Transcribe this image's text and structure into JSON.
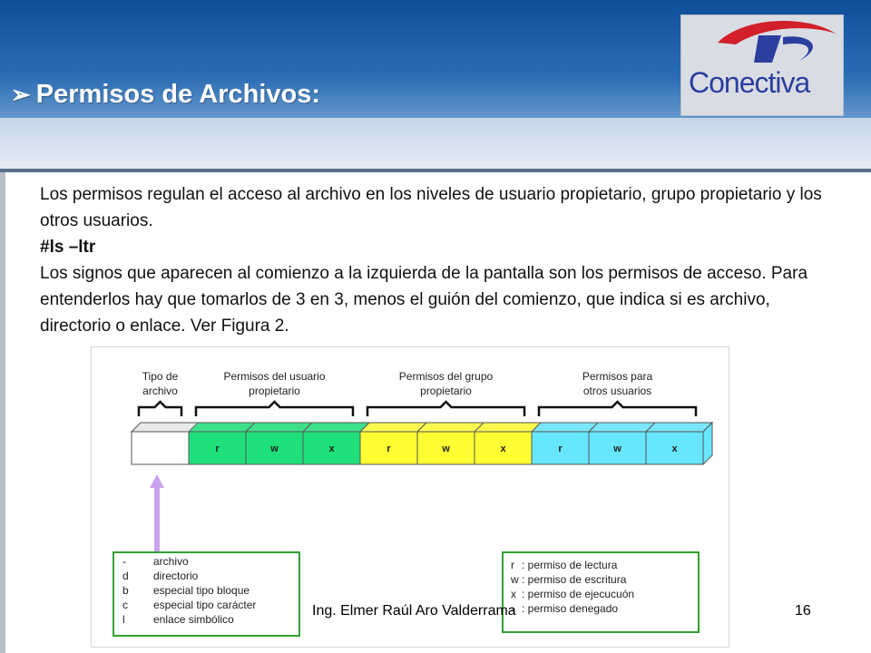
{
  "slide": {
    "title": "Permisos de Archivos:",
    "logo_text": "Conectiva",
    "paragraph1": "Los permisos regulan el acceso al archivo en los niveles de usuario propietario, grupo propietario y los otros usuarios.",
    "command": "#ls –ltr",
    "paragraph2": "Los signos que aparecen al comienzo a la izquierda de la pantalla son los permisos de acceso. Para entenderlos hay que tomarlos de 3 en 3, menos el guión del comienzo, que indica si es archivo, directorio o enlace. Ver Figura 2.",
    "footer_author": "Ing. Elmer Raúl Aro Valderrama",
    "page_number": "16"
  },
  "figure": {
    "groups": [
      {
        "line1": "Tipo de",
        "line2": "archivo"
      },
      {
        "line1": "Permisos del usuario",
        "line2": "propietario"
      },
      {
        "line1": "Permisos del grupo",
        "line2": "propietario"
      },
      {
        "line1": "Permisos para",
        "line2": "otros usuarios"
      }
    ],
    "cells": [
      "r",
      "w",
      "x",
      "r",
      "w",
      "x",
      "r",
      "w",
      "x"
    ],
    "type_legend": [
      {
        "symbol": "-",
        "label": "archivo"
      },
      {
        "symbol": "d",
        "label": "directorio"
      },
      {
        "symbol": "b",
        "label": "especial tipo bloque"
      },
      {
        "symbol": "c",
        "label": "especial tipo carácter"
      },
      {
        "symbol": "l",
        "label": "enlace simbólico"
      }
    ],
    "perm_legend": [
      {
        "symbol": "r",
        "label": ": permiso de lectura"
      },
      {
        "symbol": "w",
        "label": ": permiso de escritura"
      },
      {
        "symbol": "x",
        "label": ": permiso de ejecucuón"
      },
      {
        "symbol": "-",
        "label": ": permiso denegado"
      }
    ],
    "colors": {
      "type_cell": "#ffffff",
      "user": "#1fe07a",
      "group": "#ffff33",
      "others": "#66e6ff",
      "arrow": "#c9a3ee",
      "legend_border": "#33a033"
    }
  }
}
